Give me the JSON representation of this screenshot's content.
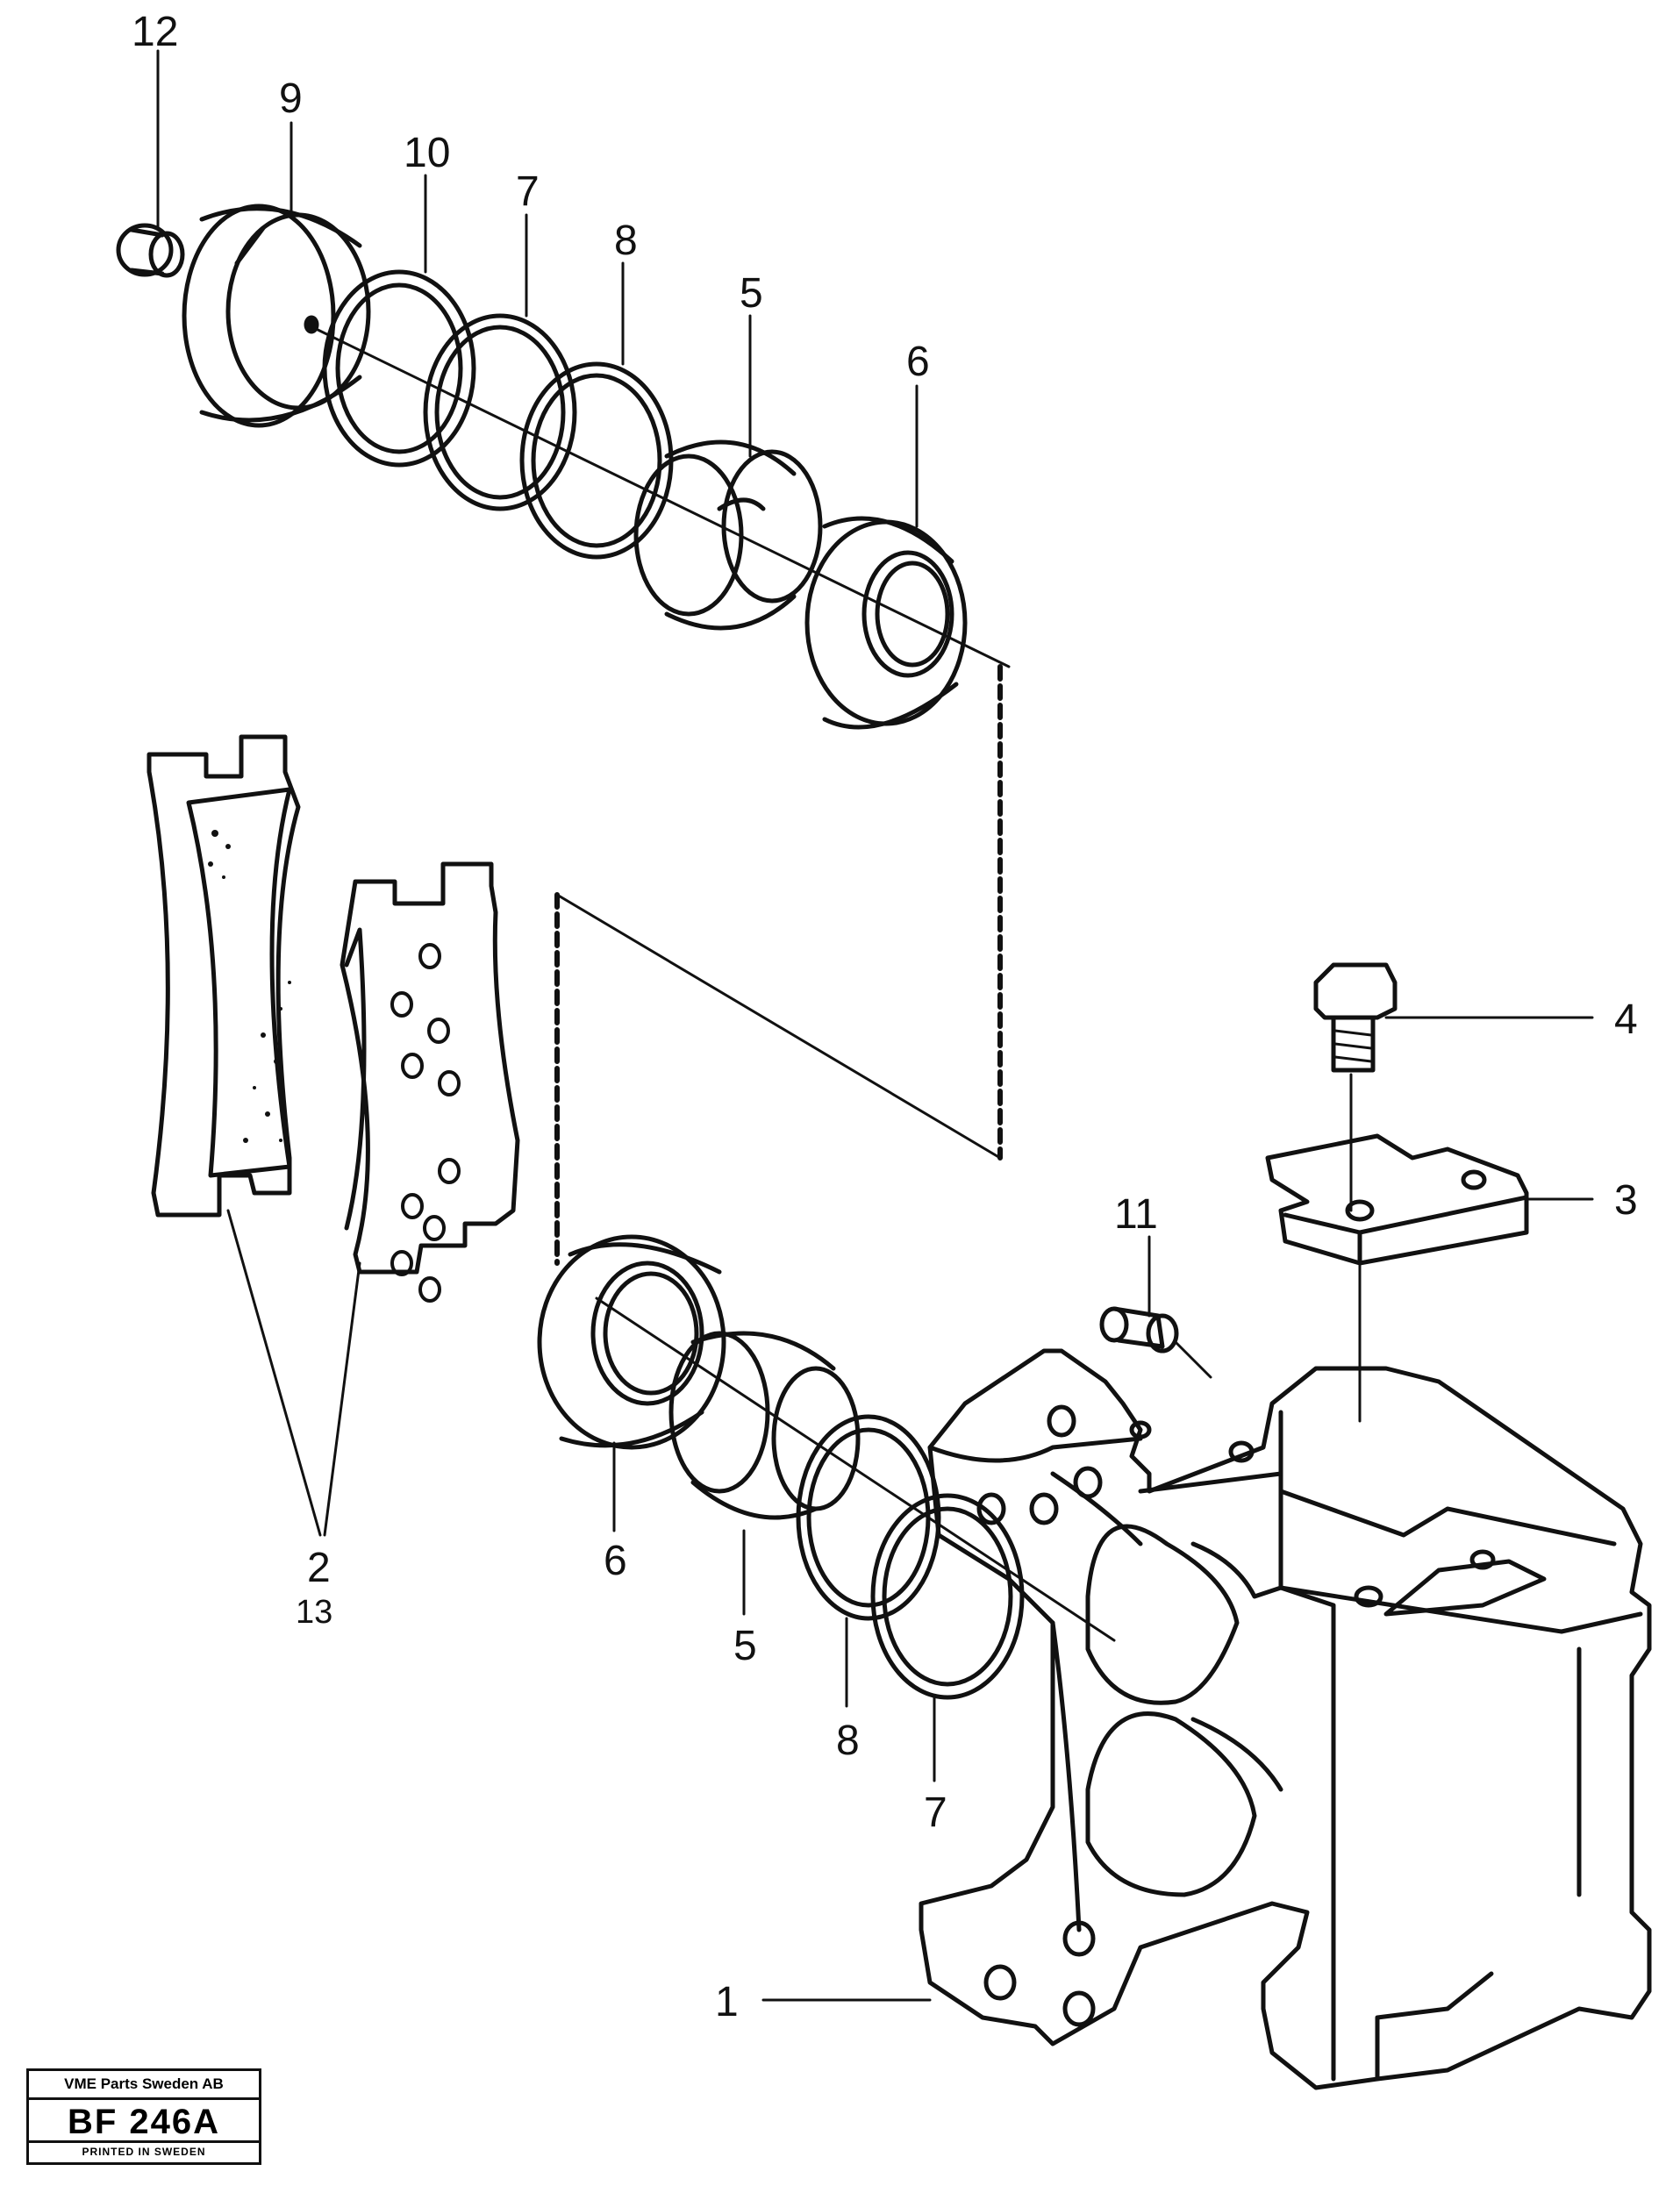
{
  "callouts": {
    "c1": "1",
    "c2": "2",
    "c13": "13",
    "c3": "3",
    "c4": "4",
    "c5_top": "5",
    "c5_bottom": "5",
    "c6_top": "6",
    "c6_bottom": "6",
    "c7_top": "7",
    "c7_bottom": "7",
    "c8_top": "8",
    "c8_bottom": "8",
    "c9": "9",
    "c10": "10",
    "c11": "11",
    "c12": "12"
  },
  "title_block": {
    "company": "VME Parts Sweden AB",
    "code": "BF 246A",
    "printed": "PRINTED IN SWEDEN"
  }
}
